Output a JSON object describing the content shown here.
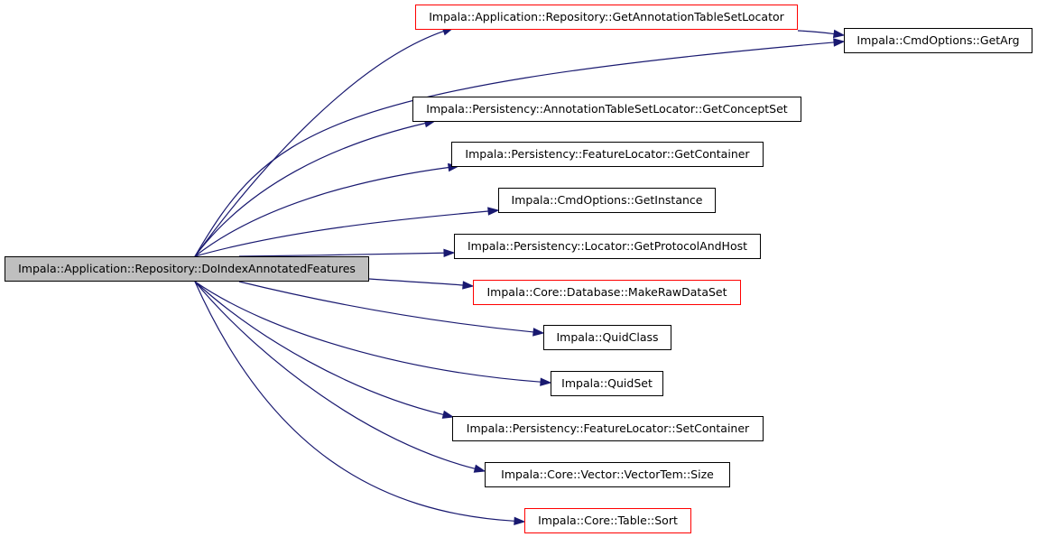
{
  "graph": {
    "root": {
      "id": "root",
      "label": "Impala::Application::Repository::DoIndexAnnotatedFeatures"
    },
    "nodes": [
      {
        "id": "n0",
        "label": "Impala::Application::Repository::GetAnnotationTableSetLocator",
        "truncated": true
      },
      {
        "id": "n1",
        "label": "Impala::CmdOptions::GetArg",
        "truncated": false
      },
      {
        "id": "n2",
        "label": "Impala::Persistency::AnnotationTableSetLocator::GetConceptSet",
        "truncated": false
      },
      {
        "id": "n3",
        "label": "Impala::Persistency::FeatureLocator::GetContainer",
        "truncated": false
      },
      {
        "id": "n4",
        "label": "Impala::CmdOptions::GetInstance",
        "truncated": false
      },
      {
        "id": "n5",
        "label": "Impala::Persistency::Locator::GetProtocolAndHost",
        "truncated": false
      },
      {
        "id": "n6",
        "label": "Impala::Core::Database::MakeRawDataSet",
        "truncated": true
      },
      {
        "id": "n7",
        "label": "Impala::QuidClass",
        "truncated": false
      },
      {
        "id": "n8",
        "label": "Impala::QuidSet",
        "truncated": false
      },
      {
        "id": "n9",
        "label": "Impala::Persistency::FeatureLocator::SetContainer",
        "truncated": false
      },
      {
        "id": "n10",
        "label": "Impala::Core::Vector::VectorTem::Size",
        "truncated": false
      },
      {
        "id": "n11",
        "label": "Impala::Core::Table::Sort",
        "truncated": true
      }
    ],
    "edges": [
      {
        "from": "root",
        "to": "n0"
      },
      {
        "from": "root",
        "to": "n1"
      },
      {
        "from": "n0",
        "to": "n1"
      },
      {
        "from": "root",
        "to": "n2"
      },
      {
        "from": "root",
        "to": "n3"
      },
      {
        "from": "root",
        "to": "n4"
      },
      {
        "from": "root",
        "to": "n5"
      },
      {
        "from": "root",
        "to": "n6"
      },
      {
        "from": "root",
        "to": "n7"
      },
      {
        "from": "root",
        "to": "n8"
      },
      {
        "from": "root",
        "to": "n9"
      },
      {
        "from": "root",
        "to": "n10"
      },
      {
        "from": "root",
        "to": "n11"
      }
    ],
    "colors": {
      "edge": "#191970",
      "root_fill": "#bfbfbf",
      "node_border": "#000000",
      "truncated_border": "#ff0000",
      "background": "#ffffff"
    }
  }
}
